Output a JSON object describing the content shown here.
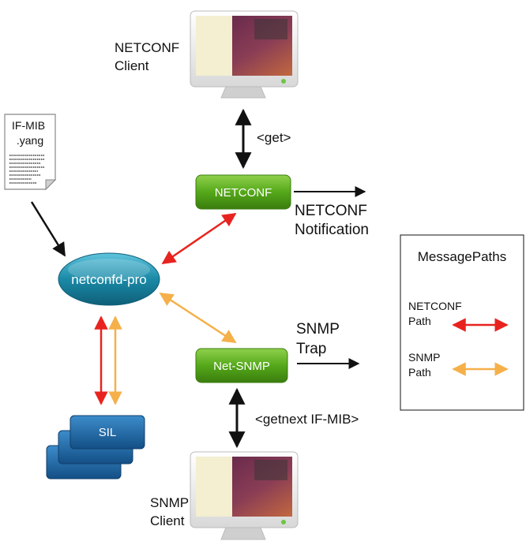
{
  "nodes": {
    "netconf_client": "NETCONF\nClient",
    "snmp_client": "SNMP\nClient",
    "netconf_server": "NETCONF",
    "net_snmp": "Net-SNMP",
    "netconfd_pro": "netconfd-pro",
    "sil": "SIL",
    "yang_file": "IF-MIB\n.yang"
  },
  "edges": {
    "get": "<get>",
    "getnext": "<getnext IF-MIB>",
    "netconf_notification": "NETCONF\nNotification",
    "snmp_trap": "SNMP\nTrap"
  },
  "legend": {
    "title": "MessagePaths",
    "netconf_path": "NETCONF\nPath",
    "snmp_path": "SNMP\nPath"
  },
  "colors": {
    "netconf_path": "#e8231f",
    "snmp_path": "#f5b04a",
    "green_box": "#4e9c16",
    "ellipse": "#1a8aa7",
    "sil": "#1f6aa6"
  }
}
